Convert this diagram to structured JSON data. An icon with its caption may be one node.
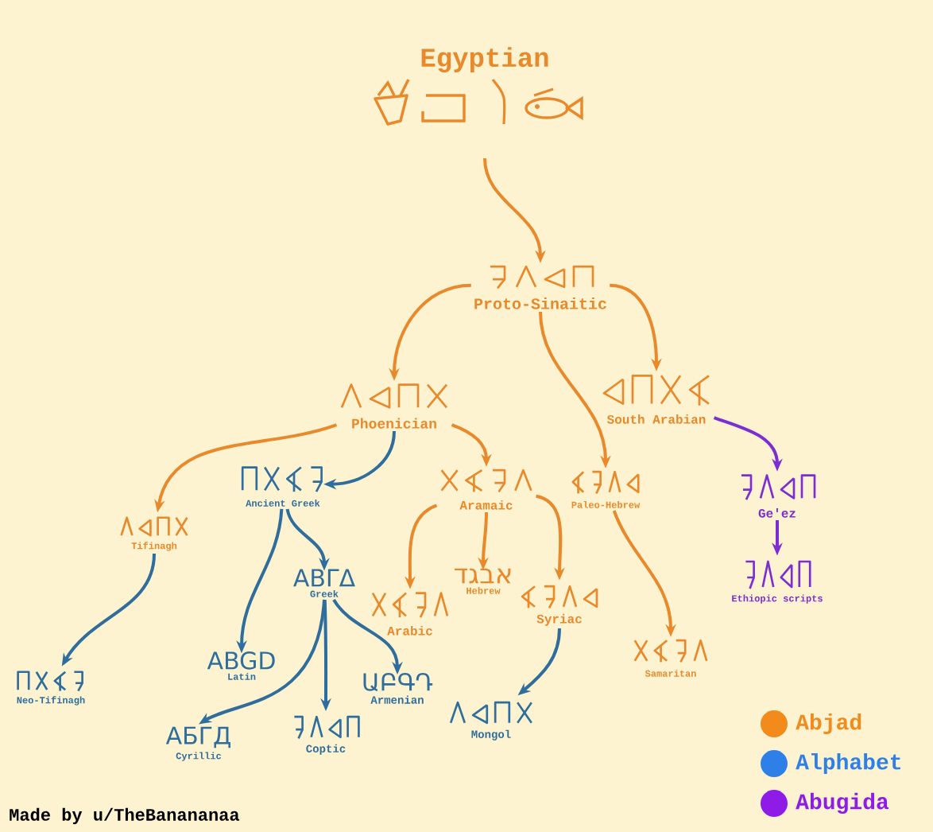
{
  "diagram": {
    "nodes": [
      {
        "text": [
          "Egyptian"
        ]
      },
      {
        "text": [
          "Proto-Sinaitic"
        ]
      },
      {
        "text": [
          "Phoenician"
        ]
      },
      {
        "text": [
          "South Arabian"
        ]
      },
      {
        "text": [
          "Ancient Greek"
        ]
      },
      {
        "text": [
          "Aramaic"
        ]
      },
      {
        "text": [
          "Paleo-Hebrew"
        ]
      },
      {
        "text": [
          "Ge'ez"
        ]
      },
      {
        "text": [
          "Tifinagh"
        ]
      },
      {
        "text": [
          "ΑΒΓΔ",
          "Greek"
        ]
      },
      {
        "text": [
          "דגבא",
          "Hebrew"
        ]
      },
      {
        "text": [
          "Arabic"
        ]
      },
      {
        "text": [
          "Syriac"
        ]
      },
      {
        "text": [
          "Ethiopic scripts"
        ]
      },
      {
        "text": [
          "ABGD",
          "Latin"
        ]
      },
      {
        "text": [
          "ԱԲԳԴ",
          "Armenian"
        ]
      },
      {
        "text": [
          "Neo-Tifinagh"
        ]
      },
      {
        "text": [
          "Samaritan"
        ]
      },
      {
        "text": [
          "АБГД",
          "Cyrillic"
        ]
      },
      {
        "text": [
          "Coptic"
        ]
      },
      {
        "text": [
          "Mongol"
        ]
      }
    ],
    "edges": [
      {
        "from": 0,
        "to": 1,
        "arrow": "to"
      },
      {
        "from": 1,
        "to": 2,
        "arrow": "to"
      },
      {
        "from": 1,
        "to": 3,
        "arrow": "to"
      },
      {
        "from": 1,
        "to": 6,
        "arrow": "to"
      },
      {
        "from": 2,
        "to": 8,
        "arrow": "to"
      },
      {
        "from": 2,
        "to": 4,
        "arrow": "to",
        "color": "#2f6e9c"
      },
      {
        "from": 2,
        "to": 5,
        "arrow": "to"
      },
      {
        "from": 3,
        "to": 7,
        "arrow": "to",
        "color": "#7b2fd0"
      },
      {
        "from": 5,
        "to": 10,
        "arrow": "to"
      },
      {
        "from": 5,
        "to": 11,
        "arrow": "to"
      },
      {
        "from": 5,
        "to": 12,
        "arrow": "to"
      },
      {
        "from": 6,
        "to": 17,
        "arrow": "to"
      },
      {
        "from": 7,
        "to": 13,
        "arrow": "to",
        "color": "#7b2fd0"
      },
      {
        "from": 8,
        "to": 16,
        "arrow": "to",
        "color": "#2f6e9c"
      },
      {
        "from": 4,
        "to": 14,
        "arrow": "to",
        "color": "#2f6e9c"
      },
      {
        "from": 4,
        "to": 9,
        "arrow": "to",
        "color": "#2f6e9c"
      },
      {
        "from": 9,
        "to": 18,
        "arrow": "to",
        "color": "#2f6e9c"
      },
      {
        "from": 9,
        "to": 19,
        "arrow": "to",
        "color": "#2f6e9c"
      },
      {
        "from": 9,
        "to": 15,
        "arrow": "to",
        "color": "#2f6e9c"
      },
      {
        "from": 12,
        "to": 20,
        "arrow": "to",
        "color": "#2f6e9c"
      }
    ],
    "labels": [
      "Made by u/TheBanananaa"
    ],
    "legend": [
      {
        "text": "Abjad",
        "color": "#f28a1c"
      },
      {
        "text": "Alphabet",
        "color": "#2e7fe8"
      },
      {
        "text": "Abugida",
        "color": "#8e1ce6"
      }
    ]
  }
}
